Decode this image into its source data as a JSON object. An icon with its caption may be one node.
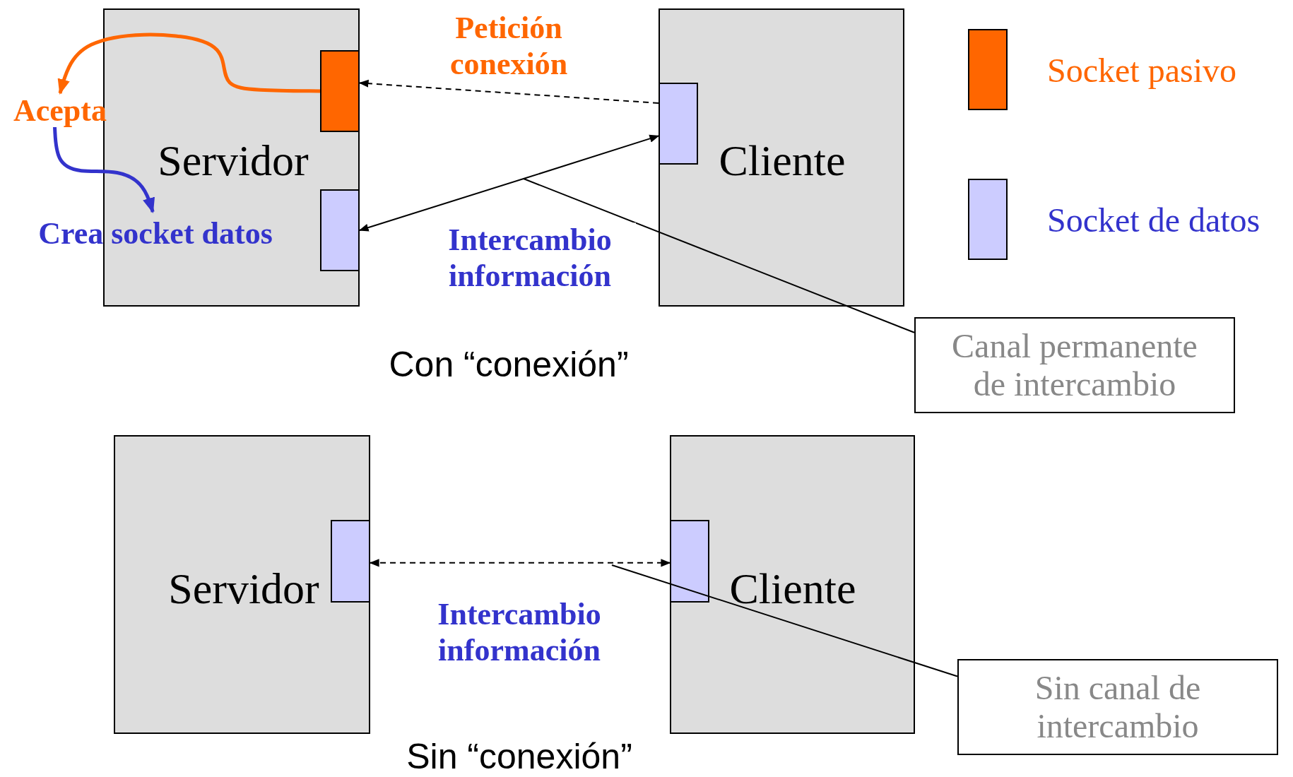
{
  "diagram": {
    "nodes": [
      {
        "text": [
          "Servidor"
        ]
      },
      {
        "text": [],
        "shape": "box",
        "in": 0
      },
      {
        "text": [],
        "shape": "box",
        "in": 0
      },
      {
        "text": [
          "Cliente"
        ]
      },
      {
        "text": [],
        "shape": "box",
        "in": 3
      },
      {
        "text": [
          "Acepta"
        ]
      },
      {
        "text": [
          "Crea socket datos"
        ]
      },
      {
        "text": [
          "Canal permanente de intercambio"
        ]
      },
      {
        "text": [
          "Servidor"
        ]
      },
      {
        "text": [],
        "shape": "box",
        "in": 8
      },
      {
        "text": [
          "Cliente"
        ]
      },
      {
        "text": [],
        "shape": "box",
        "in": 10
      },
      {
        "text": [
          "Sin canal de intercambio"
        ]
      }
    ],
    "edges": [
      {
        "from": 4,
        "to": 1,
        "arrow": "to",
        "style": "dashed",
        "label": "Petición conexión"
      },
      {
        "from": 2,
        "to": 4,
        "arrow": "both",
        "label": "Intercambio información"
      },
      {
        "from": 1,
        "to": 5,
        "arrow": "to",
        "style": "thick",
        "color": "#ff6600"
      },
      {
        "from": 5,
        "to": 6,
        "arrow": "to",
        "style": "thick",
        "color": "#3333cc"
      },
      {
        "from": 7,
        "to": null,
        "arrow": "none"
      },
      {
        "from": 9,
        "to": 11,
        "arrow": "both",
        "style": "dashed",
        "label": "Intercambio información"
      },
      {
        "from": 12,
        "to": null,
        "arrow": "none"
      }
    ],
    "labels": [
      "Con “conexión”",
      "Sin “conexión”"
    ],
    "legend": [
      {
        "text": "Socket pasivo",
        "color": "#ff6600"
      },
      {
        "text": "Socket de datos",
        "color": "#ccccff"
      }
    ]
  }
}
